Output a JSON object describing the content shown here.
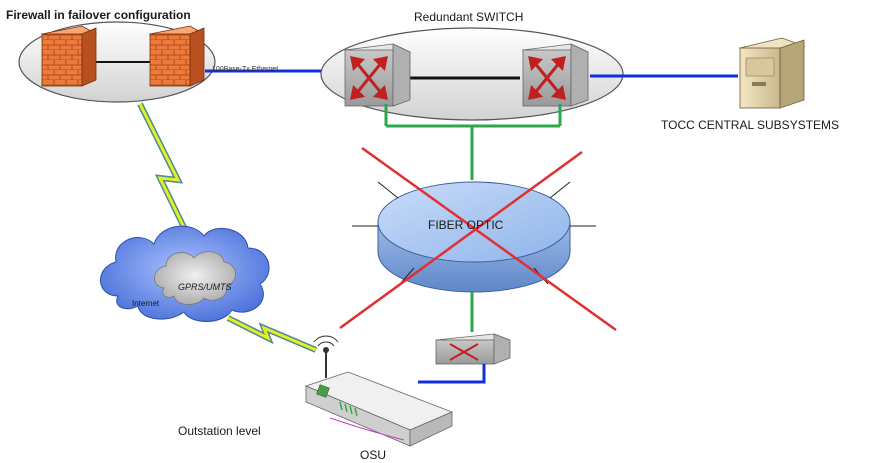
{
  "labels": {
    "firewall_group": "Firewall in failover configuration",
    "switch_group": "Redundant SWITCH",
    "central": "TOCC  CENTRAL SUBSYSTEMS",
    "ring": "FIBER OPTIC",
    "cloud_inner": "GPRS/UMTS",
    "cloud_outer": "Internet",
    "link": "100Base-Tx Ethernet",
    "outstation": "Outstation level",
    "osu": "OSU"
  },
  "colors": {
    "ethernet_link": "#1030e0",
    "fiber_link": "#2aa84a",
    "cross": "#e03030",
    "lightning": "#e6f020",
    "firewall": "#e8733a",
    "switch_red": "#c02020",
    "cloud": "#6f8fe0",
    "ring": "#9fc4f0"
  }
}
